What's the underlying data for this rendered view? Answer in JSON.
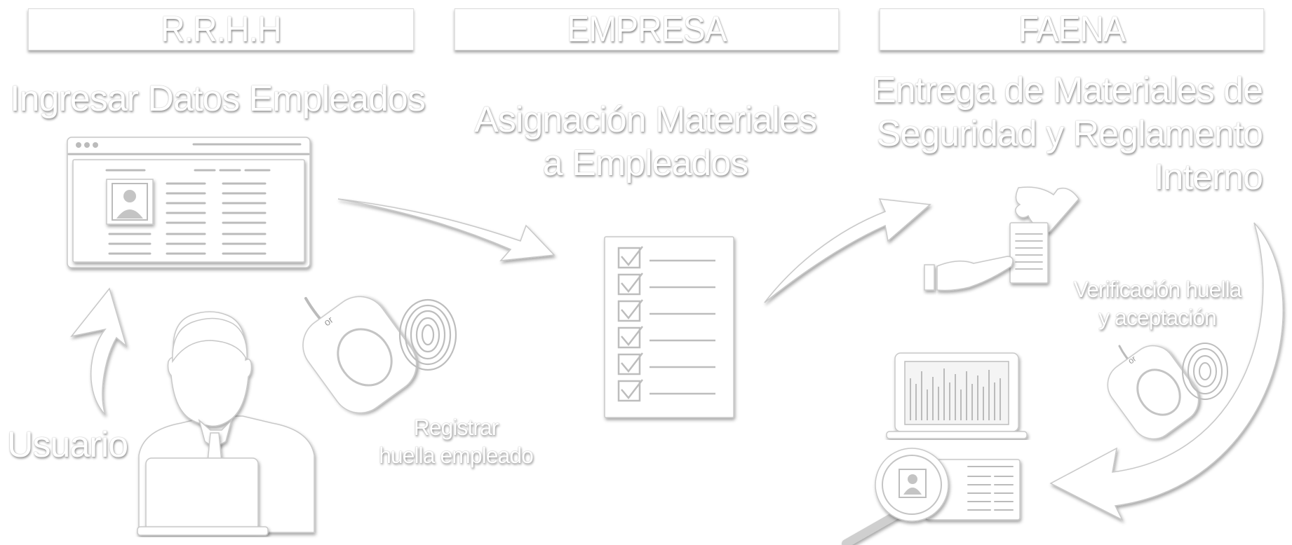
{
  "headers": {
    "rrhh": "R.R.H.H",
    "empresa": "EMPRESA",
    "faena": "FAENA"
  },
  "titles": {
    "ingresar": "Ingresar Datos Empleados",
    "asignacion_1": "Asignación Materiales",
    "asignacion_2": "a Empleados",
    "entrega_1": "Entrega de Materiales de",
    "entrega_2": "Seguridad y Reglamento",
    "entrega_3": "Interno"
  },
  "labels": {
    "usuario": "Usuario",
    "registrar_1": "Registrar",
    "registrar_2": "huella empleado",
    "verificacion_1": "Verificación huella",
    "verificacion_2": "y aceptación"
  },
  "icons": [
    "employee-form-window-icon",
    "user-at-laptop-icon",
    "fingerprint-scanner-icon",
    "checklist-icon",
    "hand-giving-document-icon",
    "laptop-chart-icon",
    "magnifier-profile-icon",
    "arrow-icon"
  ]
}
